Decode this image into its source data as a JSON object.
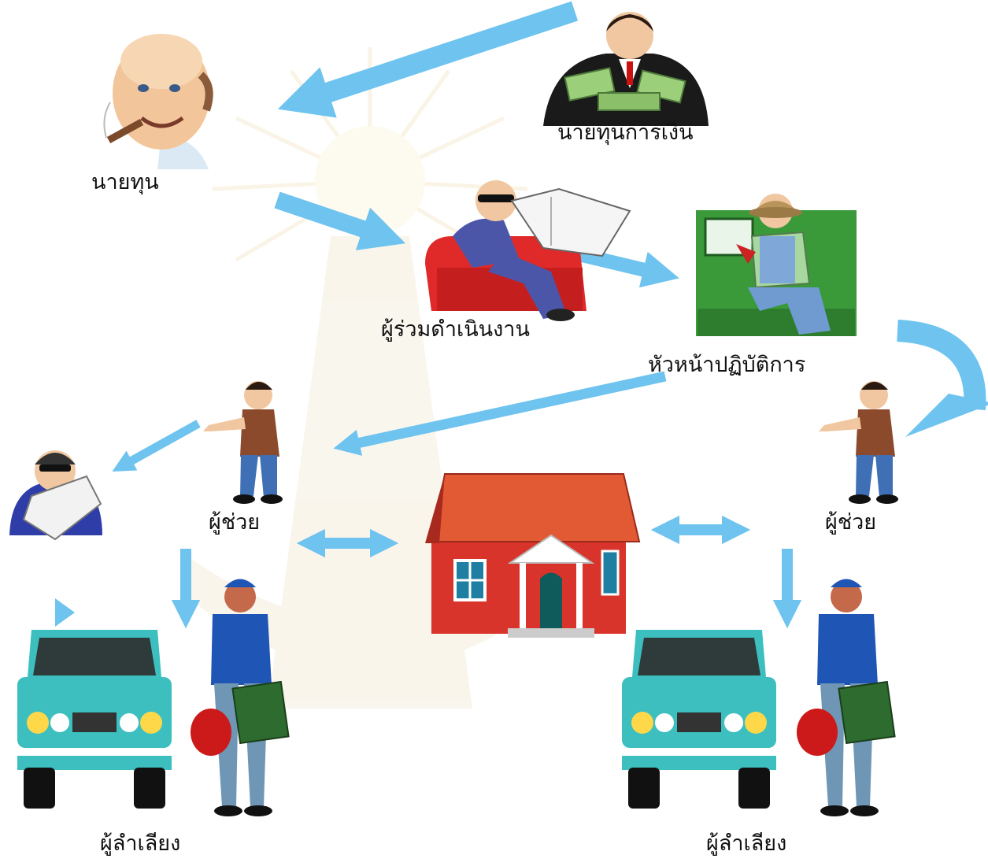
{
  "labels": {
    "financier": "นายทุนการเงิน",
    "capitalist": "นายทุน",
    "co_operator": "ผู้ร่วมดำเนินงาน",
    "operations_head": "หัวหน้าปฏิบัติการ",
    "assistant_left": "ผู้ช่วย",
    "assistant_right": "ผู้ช่วย",
    "transporter_left": "ผู้ลำเลียง",
    "transporter_right": "ผู้ลำเลียง"
  },
  "colors": {
    "arrow": "#6ec3ef",
    "arrow_dark": "#4fa6d8",
    "car": "#3dbfbf",
    "house": "#d9342b",
    "roof": "#e25a33",
    "jeep": "#3a9a3a",
    "suit_dark": "#1a1a1a",
    "jacket_brown": "#8b4a2b",
    "jeans": "#3f6fb5",
    "courier_shirt": "#1f55b5",
    "skin": "#f0c7a0"
  },
  "icons": {
    "financier": "businessman-money-icon",
    "capitalist": "bald-man-cigar-icon",
    "co_operator": "man-armchair-newspaper-icon",
    "operations_head": "cowboy-jeep-icon",
    "assistant": "gesturing-man-icon",
    "boss": "sunglasses-man-paper-icon",
    "house": "red-house-icon",
    "car": "teal-car-icon",
    "courier": "courier-with-bags-icon"
  }
}
